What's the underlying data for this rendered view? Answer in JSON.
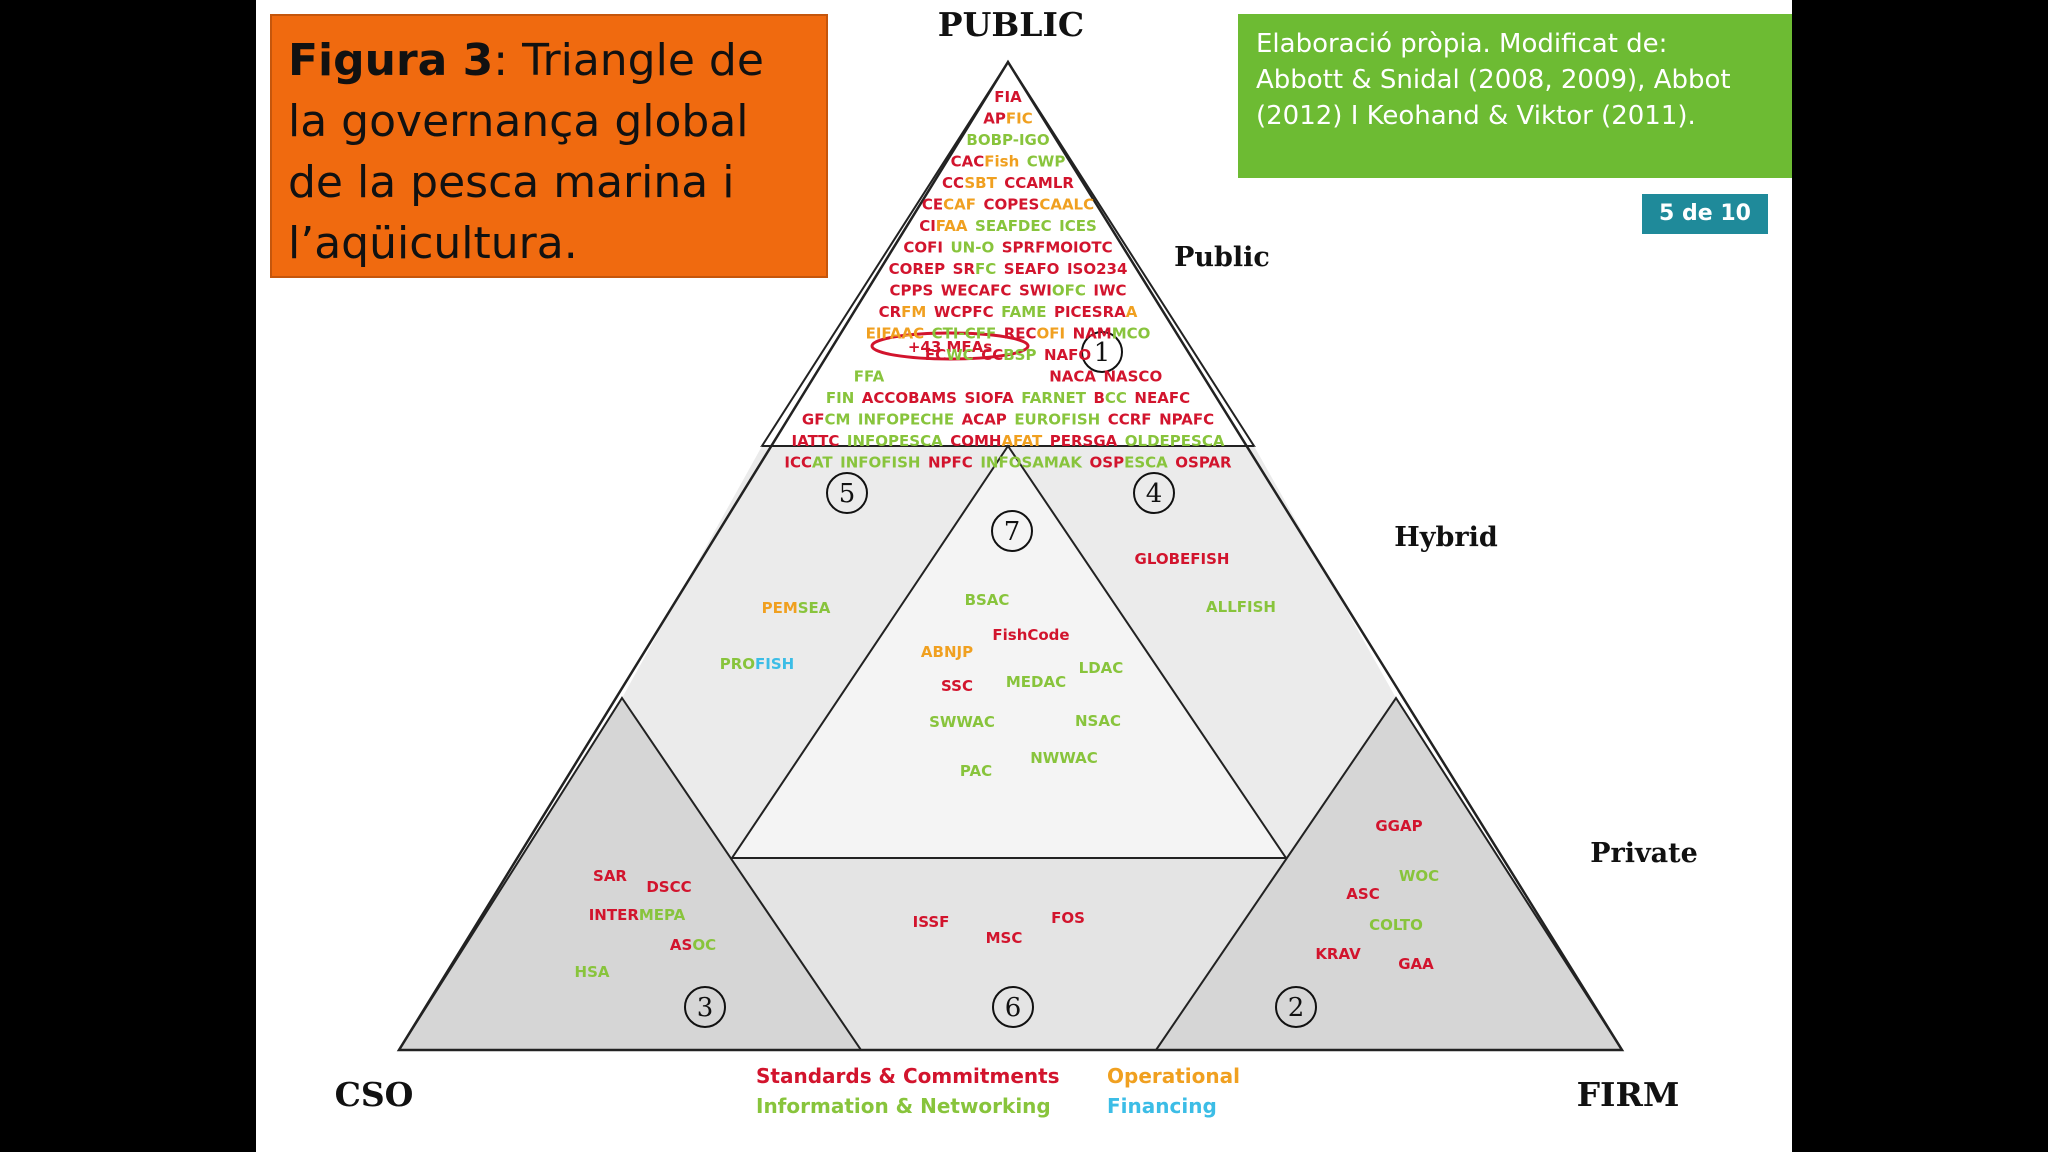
{
  "title": {
    "label": "Figura 3",
    "rest": ": Triangle de la governança global de la pesca marina i l’aqüicultura."
  },
  "source_note": "Elaboració pròpia. Modificat de:\nAbbott & Snidal (2008, 2009), Abbot\n(2012) I Keohand & Viktor (2011).",
  "page_indicator": "5 de 10",
  "corners": {
    "top": "PUBLIC",
    "left": "CSO",
    "right": "FIRM"
  },
  "levels": {
    "public": "Public",
    "hybrid": "Hybrid",
    "private": "Private"
  },
  "region_numbers": [
    "1",
    "2",
    "3",
    "4",
    "5",
    "6",
    "7"
  ],
  "highlight": "+43 MEAs",
  "legend": {
    "standards": "Standards & Commitments",
    "information": "Information & Networking",
    "operational": "Operational",
    "financing": "Financing"
  },
  "colors": {
    "standards": "#d2142d",
    "information": "#88c43c",
    "operational": "#f0a020",
    "financing": "#3cbde6",
    "title_bg": "#f06a0f",
    "source_bg": "#6dbb33",
    "badge_bg": "#1f8a9a",
    "shade": "#e8e8e8",
    "shade_dark": "#d4d4d4"
  },
  "region1": [
    [
      "FIA"
    ],
    [
      "AP",
      "FIC"
    ],
    [
      "BOBP-IGO"
    ],
    [
      "CACFish",
      "CWP"
    ],
    [
      "CC",
      "SBT",
      "CCAMLR"
    ],
    [
      "CE",
      "CAF",
      "COPES",
      "CAALC"
    ],
    [
      "CIFAA",
      "SEAFDEC",
      "ICES"
    ],
    [
      "COFI",
      "UN-O",
      "SPRFMO",
      "IOTC"
    ],
    [
      "COREP",
      "SRFC",
      "SEAFO",
      "ISO234"
    ],
    [
      "CPPS",
      "WECAFC",
      "SWIOFC",
      "IWC"
    ],
    [
      "CR",
      "FM",
      "WCPFC",
      "FAME",
      "PICES",
      "RAA"
    ],
    [
      "EIFAAC",
      "CTI-CFF",
      "REC",
      "OFI",
      "NAMMCO"
    ],
    [
      "FCWC",
      "CCBSP",
      "NAFO"
    ],
    [
      "FFA",
      "NACA",
      "NASCO"
    ],
    [
      "FIN",
      "ACCOBAMS",
      "SIOFA",
      "FARNET",
      "BCC",
      "NEAFC"
    ],
    [
      "GFCM",
      "INFOPECHE",
      "ACAP",
      "EUROFISH",
      "CCRF",
      "NPAFC"
    ],
    [
      "IATTC",
      "INFOPESCA",
      "COMHAFAT",
      "PERSGA",
      "OLDEPESCA"
    ],
    [
      "ICCAT",
      "INFOFISH",
      "NPFC",
      "INFOSAMAK",
      "OSPESCA",
      "OSPAR"
    ]
  ],
  "region2": [
    "GGAP",
    "WOC",
    "ASC",
    "COLTO",
    "KRAV",
    "GAA"
  ],
  "region3": [
    "SAR",
    "DSCC",
    "INTERMEPA",
    "ASOC",
    "HSA"
  ],
  "region4": [
    "GLOBEFISH",
    "ALLFISH"
  ],
  "region5": [
    "PEMSEA",
    "PROFISH"
  ],
  "region6": [
    "ISSF",
    "MSC",
    "FOS"
  ],
  "region7": [
    "BSAC",
    "FishCode",
    "ABNJP",
    "LDAC",
    "MEDAC",
    "SSC",
    "SWWAC",
    "NSAC",
    "PAC",
    "NWWAC"
  ]
}
